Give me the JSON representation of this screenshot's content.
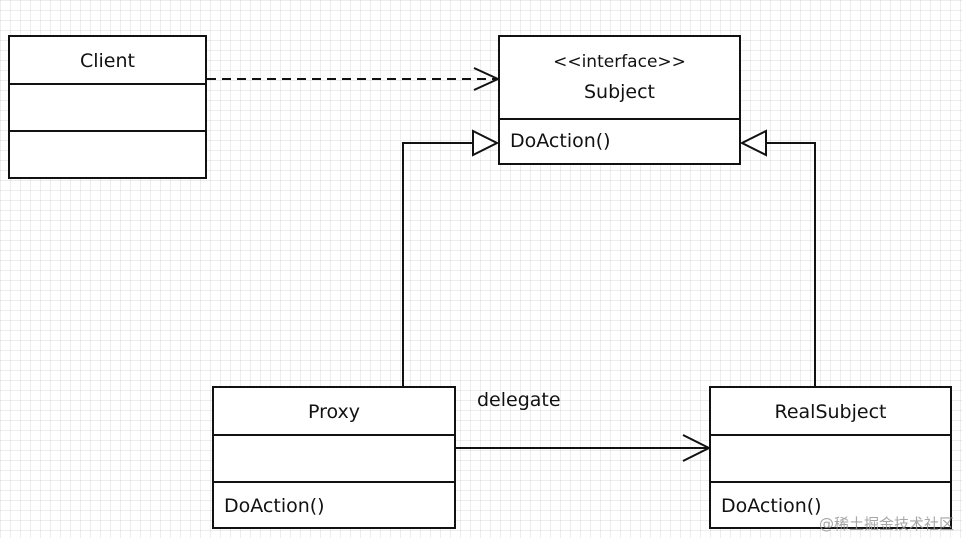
{
  "classes": {
    "client": {
      "name": "Client"
    },
    "subject": {
      "stereotype": "<<interface>>",
      "name": "Subject",
      "operation": "DoAction()"
    },
    "proxy": {
      "name": "Proxy",
      "operation": "DoAction()"
    },
    "real_subject": {
      "name": "RealSubject",
      "operation": "DoAction()"
    }
  },
  "relationships": {
    "delegate_label": "delegate"
  },
  "watermark": "@稀土掘金技术社区"
}
